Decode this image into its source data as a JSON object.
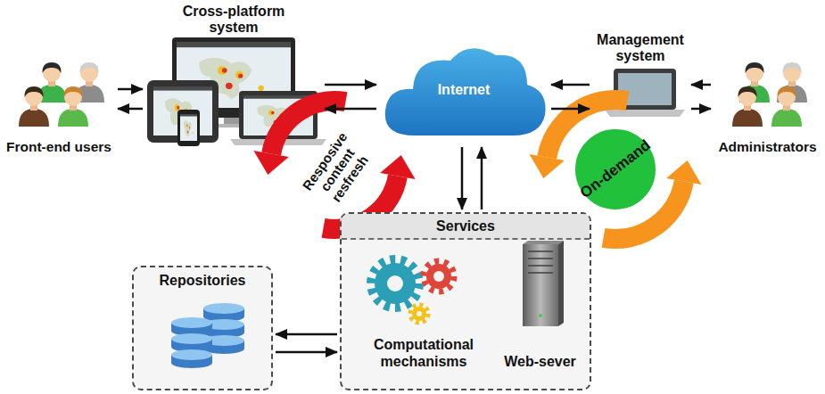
{
  "diagram": {
    "nodes": [
      {
        "text": [
          "Front-end users"
        ]
      },
      {
        "text": [
          "Cross-platform system"
        ]
      },
      {
        "text": [
          "Internet"
        ]
      },
      {
        "text": [
          "Management system"
        ]
      },
      {
        "text": [
          "Administrators"
        ]
      },
      {
        "text": [
          "Services"
        ]
      },
      {
        "text": [
          "Computational mechanisms"
        ],
        "in": 5
      },
      {
        "text": [
          "Web-sever"
        ],
        "in": 5
      },
      {
        "text": [
          "Repositories"
        ]
      }
    ],
    "edges": [
      {
        "from": 0,
        "to": 1,
        "arrow": "to"
      },
      {
        "from": 1,
        "to": 0,
        "arrow": "to"
      },
      {
        "from": 1,
        "to": 2,
        "arrow": "to"
      },
      {
        "from": 2,
        "to": 1,
        "arrow": "to"
      },
      {
        "from": 3,
        "to": 2,
        "arrow": "to"
      },
      {
        "from": 2,
        "to": 3,
        "arrow": "to"
      },
      {
        "from": 4,
        "to": 3,
        "arrow": "to"
      },
      {
        "from": 3,
        "to": 4,
        "arrow": "to"
      },
      {
        "from": 2,
        "to": 5,
        "arrow": "to"
      },
      {
        "from": 5,
        "to": 2,
        "arrow": "to"
      },
      {
        "from": 5,
        "to": 8,
        "arrow": "to"
      },
      {
        "from": 8,
        "to": 5,
        "arrow": "to"
      }
    ],
    "labels": [
      "Resposive content resfresh",
      "On-demand"
    ]
  }
}
